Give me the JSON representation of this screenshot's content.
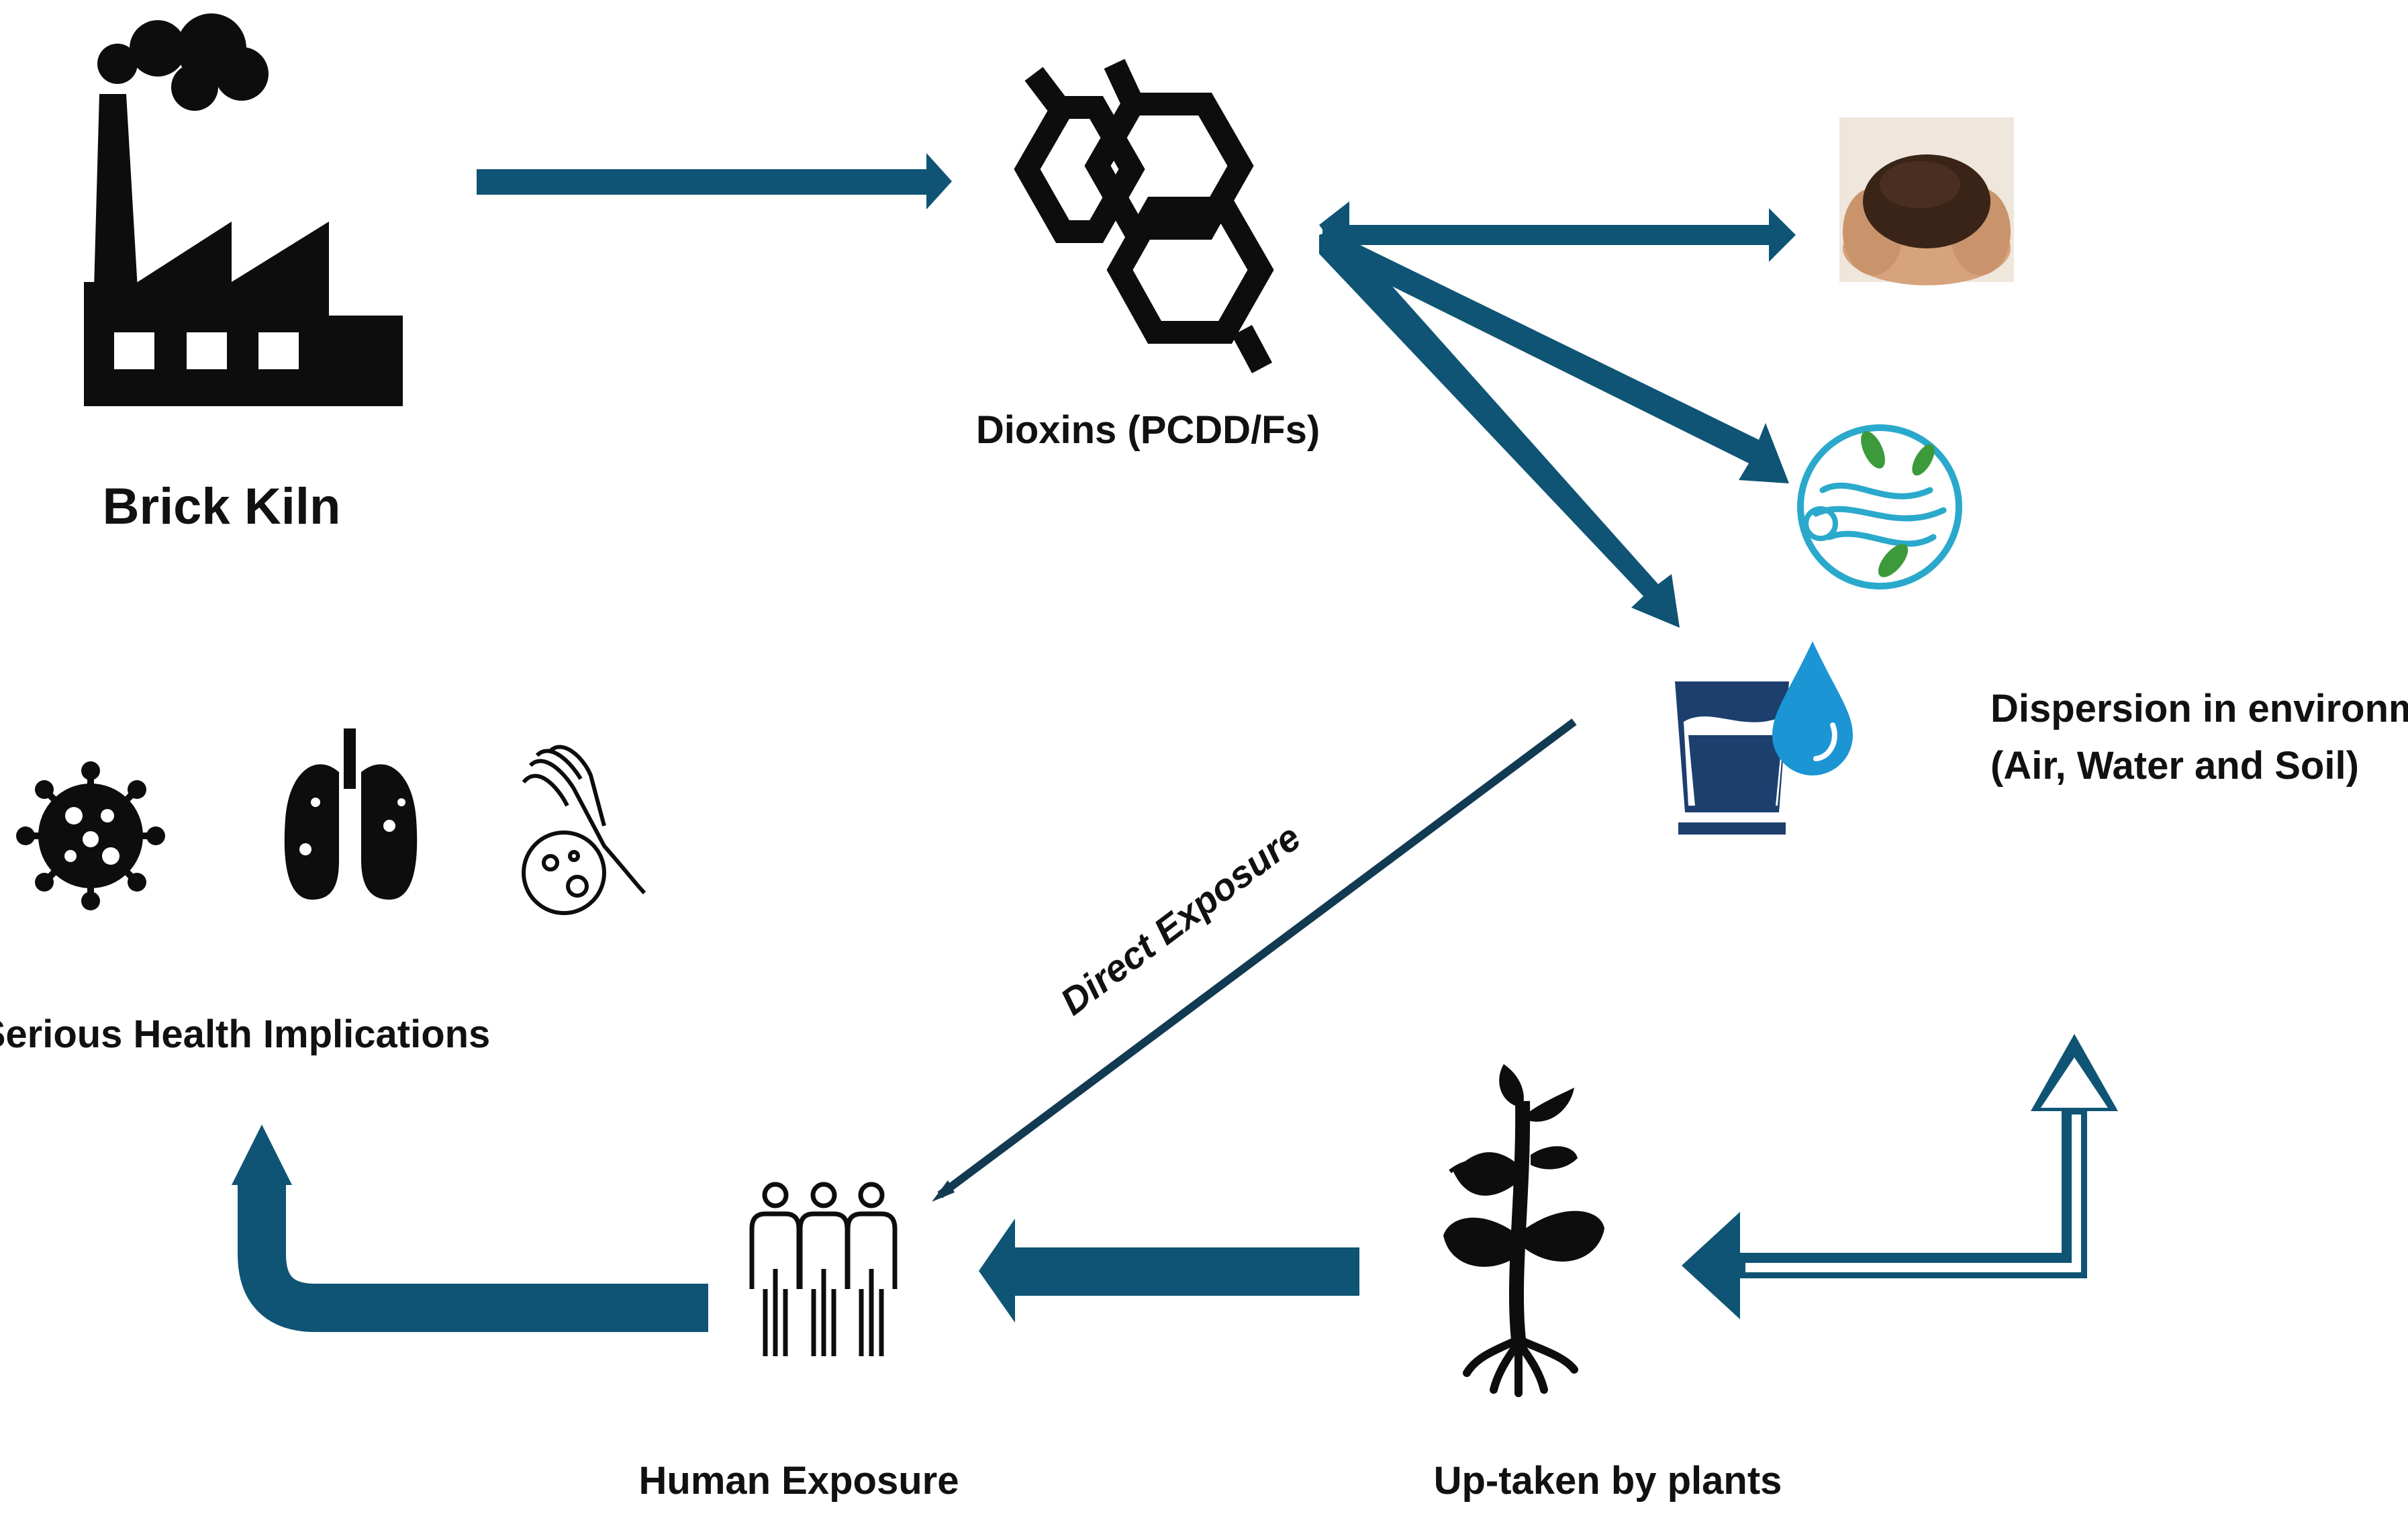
{
  "labels": {
    "brick_kiln": "Brick Kiln",
    "dioxins": "Dioxins (PCDD/Fs)",
    "dispersion_line1": "Dispersion in environment",
    "dispersion_line2": "(Air, Water and Soil)",
    "health": "Serious Health Implications",
    "human_exposure": "Human Exposure",
    "plants": "Up-taken by plants",
    "direct_exposure": "Direct Exposure"
  },
  "colors": {
    "arrow": "#0f5474",
    "arrow_dark": "#123a52",
    "icon": "#0d0d0d",
    "air_ring": "#2aa9cc",
    "leaf": "#3c9a3a",
    "water_drop": "#1b95d3",
    "cup": "#1c3f6e",
    "soil": "#3a2418",
    "hands": "#d6a37c"
  },
  "icons": {
    "factory": "factory-icon",
    "dioxin": "hexagon-molecule-icon",
    "soil": "soil-in-hands-image",
    "air": "wind-leaves-icon",
    "water": "water-cup-drop-icon",
    "virus": "virus-icon",
    "lungs": "lungs-icon",
    "skin": "hand-bacteria-icon",
    "people": "people-group-icon",
    "plant": "plant-roots-icon"
  }
}
